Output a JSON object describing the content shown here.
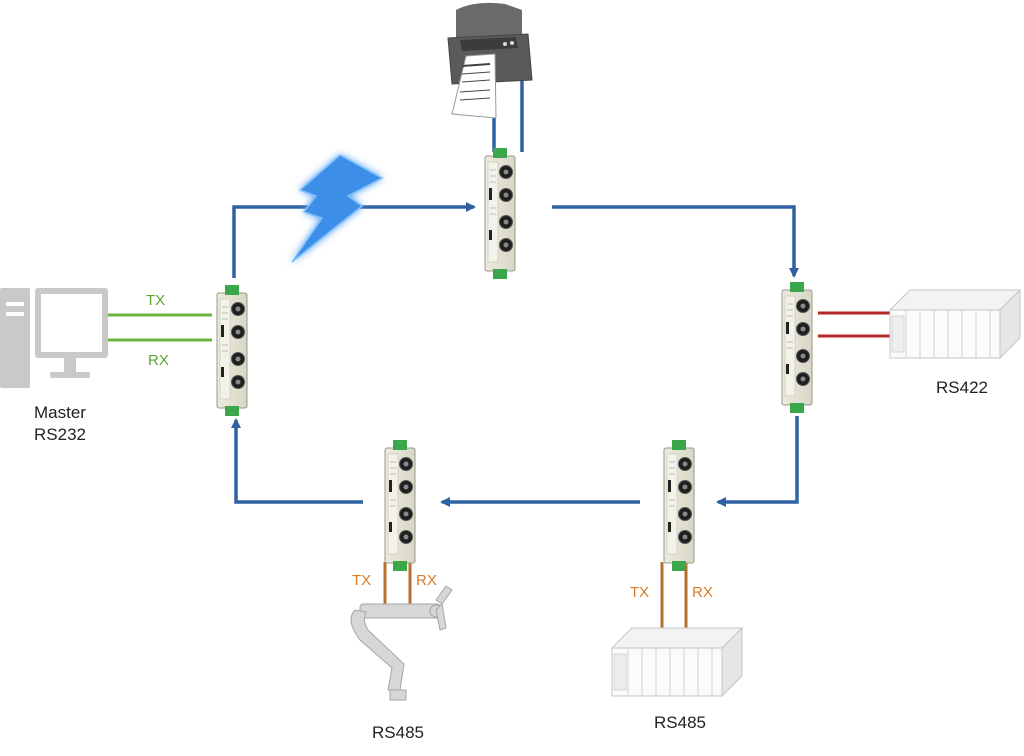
{
  "labels": {
    "master": [
      "Master",
      "RS232"
    ],
    "rs422": "RS422",
    "rs485_left": "RS485",
    "rs485_right": "RS485"
  },
  "signals": {
    "master_tx": "TX",
    "master_rx": "RX",
    "left_tx": "TX",
    "left_rx": "RX",
    "right_tx": "TX",
    "right_rx": "RX"
  },
  "colors": {
    "ring_link": "#2e62a3",
    "rs232_link": "#6db33f",
    "rs422_link": "#b5282a",
    "rs485_link": "#b8702f",
    "rs485_label": "#d97a24",
    "rs232_label": "#5aa531",
    "lightning": "#3d8ee6",
    "device_gray": "#c9c9c9"
  },
  "nodes": [
    {
      "id": "top",
      "role": "converter",
      "connected_to": "label printer"
    },
    {
      "id": "master",
      "role": "converter",
      "connected_to": "Master RS232 PC"
    },
    {
      "id": "right",
      "role": "converter",
      "connected_to": "RS422 PLC"
    },
    {
      "id": "bottom-right",
      "role": "converter",
      "connected_to": "RS485 PLC"
    },
    {
      "id": "bottom-left",
      "role": "converter",
      "connected_to": "RS485 robot arm"
    }
  ],
  "icons": {
    "wireless": "lightning-icon",
    "printer": "printer-icon",
    "computer": "computer-icon",
    "plc": "plc-icon",
    "robot": "robot-arm-icon"
  }
}
